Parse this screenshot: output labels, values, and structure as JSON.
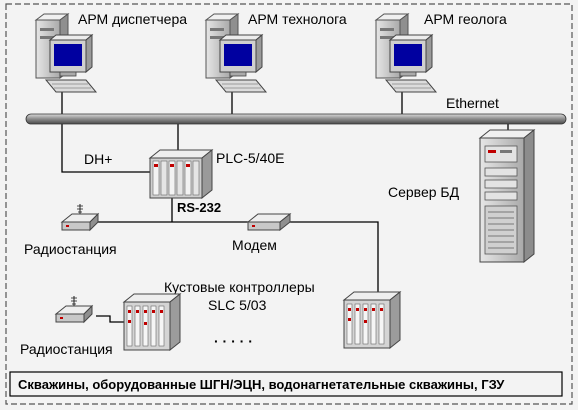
{
  "workstations": {
    "dispatcher": "АРМ диспетчера",
    "technologist": "АРМ технолога",
    "geologist": "АРМ геолога"
  },
  "network": {
    "ethernet": "Ethernet",
    "dh_plus": "DH+",
    "rs232": "RS-232"
  },
  "plc": {
    "label": "PLC-5/40E"
  },
  "server": {
    "label": "Сервер БД"
  },
  "modem": {
    "label": "Модем"
  },
  "radio": {
    "top_label": "Радиостанция",
    "bottom_label": "Радиостанция"
  },
  "cluster": {
    "line1": "Кустовые контроллеры",
    "line2": "SLC 5/03",
    "ellipsis": "· · · · ·"
  },
  "footer": {
    "text": "Скважины, оборудованные ШГН/ЭЦН, водонагнетательные скважины, ГЗУ"
  },
  "colors": {
    "background": "#f3f3f3",
    "bus": "#8c8c8c",
    "screen": "#0000a0",
    "case": "#c8c8c8"
  }
}
